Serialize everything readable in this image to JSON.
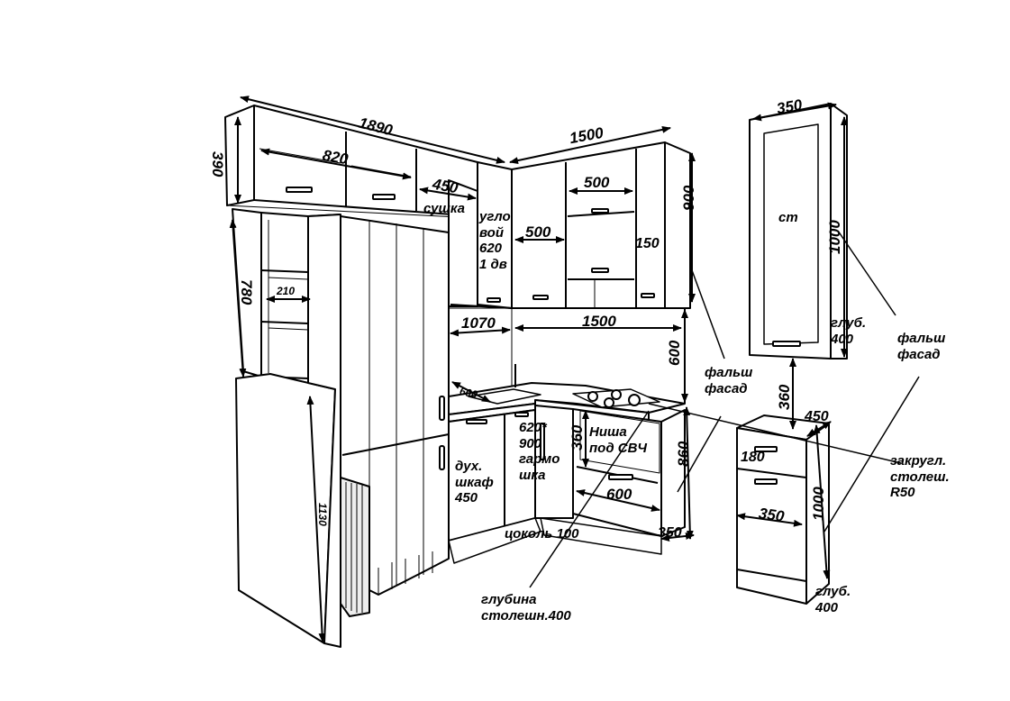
{
  "colors": {
    "line": "#000000",
    "fill": "#ffffff",
    "shade": "#eeeeee"
  },
  "dimensions": {
    "top_total_width": "1890",
    "top_cabinet_height": "390",
    "top_double_width": "820",
    "dryer_width": "450",
    "right_top_run": "1500",
    "right_upper_cab": "500",
    "corner_base_width": "500",
    "right_narrow": "150",
    "right_height": "900",
    "tall_tower_width": "350",
    "tall_tower_height": "1000",
    "shelf_height": "780",
    "shelf_width": "210",
    "left_run": "1070",
    "right_run": "1500",
    "wall_gap": "600",
    "sink_depth": "600",
    "base_height": "860",
    "niche_height": "360",
    "oven_width": "600",
    "base_side": "350",
    "pencil_width": "1130",
    "tower_gap": "360",
    "small_cab_depth": "450",
    "small_cab_drawer": "180",
    "small_cab_width": "350",
    "small_cab_height": "1000"
  },
  "notes": {
    "dryer": "сушка",
    "corner": "угло\nвой\n620\n1 дв",
    "tall_glass": "ст",
    "tower_depth": "глуб.\n400",
    "false_front_1": "фальш\nфасад",
    "false_front_2": "фальш\nфасад",
    "niche": "Ниша\nпод СВЧ",
    "oven_cabinet": "дух.\nшкаф\n450",
    "accordion": "620*\n900\nгармо\nшка",
    "plinth": "цоколь 100",
    "counter_depth": "глубина\nстолешн.400",
    "rounded_top": "закругл.\nстолеш.\nR50",
    "base_depth": "глуб.\n400"
  }
}
